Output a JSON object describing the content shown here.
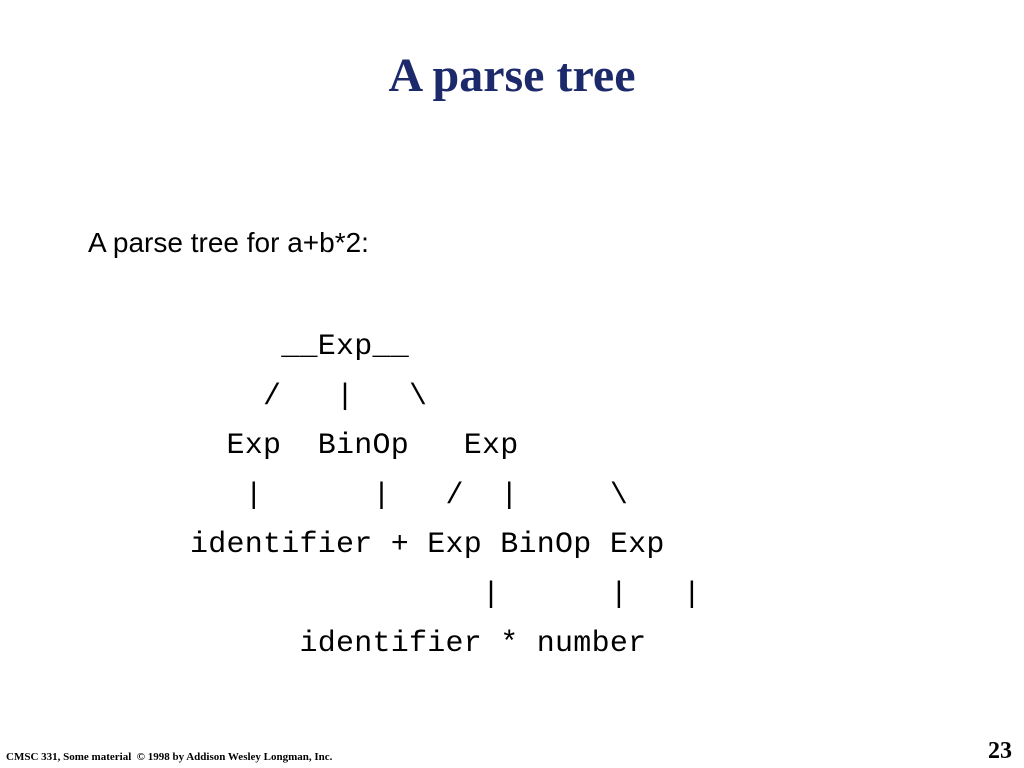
{
  "slide": {
    "title": "A parse tree",
    "intro": "A parse tree for a+b*2:",
    "tree_lines": [
      "     __Exp__",
      "    /   |   \\",
      "  Exp  BinOp   Exp",
      "   |      |   /  |     \\",
      "identifier + Exp BinOp Exp",
      "                |      |   |",
      "      identifier * number"
    ],
    "footer": "CMSC 331, Some material  © 1998 by Addison Wesley Longman, Inc.",
    "page_number": "23"
  }
}
